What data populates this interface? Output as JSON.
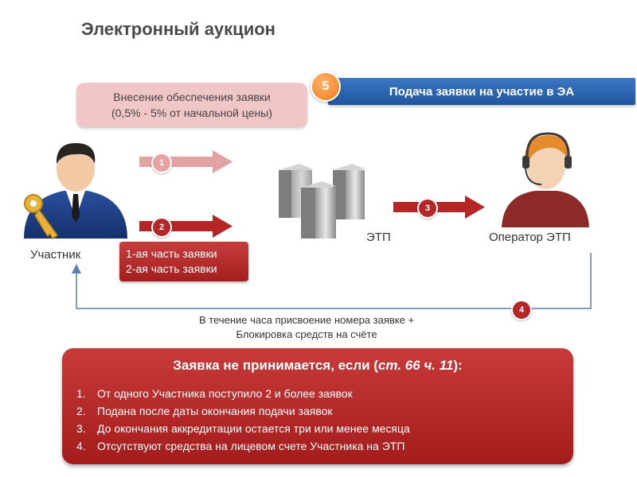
{
  "title": "Электронный аукцион",
  "step5": {
    "badge": "5",
    "label": "Подача заявки на участие в ЭА"
  },
  "deposit": {
    "line1": "Внесение обеспечения заявки",
    "line2": "(0,5% - 5% от начальной цены)"
  },
  "application_parts": {
    "line1": "1-ая  часть заявки",
    "line2": "2-ая  часть заявки"
  },
  "actors": {
    "participant": "Участник",
    "etp": "ЭТП",
    "operator": "Оператор ЭТП"
  },
  "arrows": [
    {
      "badge": "1"
    },
    {
      "badge": "2"
    },
    {
      "badge": "3"
    },
    {
      "badge": "4"
    }
  ],
  "return_note": {
    "line1": "В течение часа присвоение номера заявке +",
    "line2": "Блокировка средств на счёте"
  },
  "rejection": {
    "heading_prefix": "Заявка не принимается, если (",
    "heading_ref": "ст. 66 ч. 11",
    "heading_suffix": "):",
    "items": [
      {
        "num": "1.",
        "text": "От одного Участника поступило 2 и более заявок"
      },
      {
        "num": "2.",
        "text": "Подана после даты окончания подачи заявок"
      },
      {
        "num": "3.",
        "text": "До окончания аккредитации остается три или менее месяца"
      },
      {
        "num": "4.",
        "text": "Отсутствуют средства на лицевом счете Участника на ЭТП"
      }
    ]
  },
  "colors": {
    "accent_blue": "#1f569e",
    "accent_red": "#a41e1e",
    "light_pink": "#f0c6c6",
    "badge_orange": "#ef7a1a"
  }
}
